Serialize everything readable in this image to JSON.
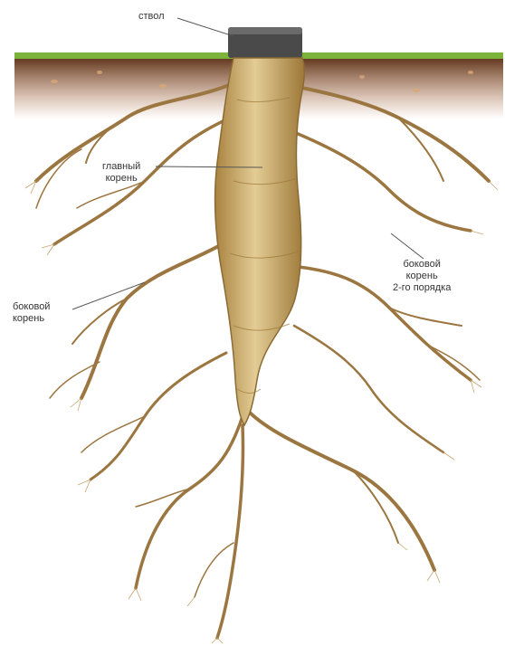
{
  "labels": {
    "stem": "ствол",
    "taproot": "главный\nкорень",
    "lateral_root": "боковой\nкорень",
    "lateral_root_2nd": "боковой\nкорень\n2-го порядка"
  },
  "colors": {
    "soil_top": "#6b3a1e",
    "soil_bottom": "#a0522d",
    "grass": "#7bb33b",
    "root_main": "#c9a76a",
    "root_dark": "#8b6a35",
    "leader_line": "#555555"
  }
}
